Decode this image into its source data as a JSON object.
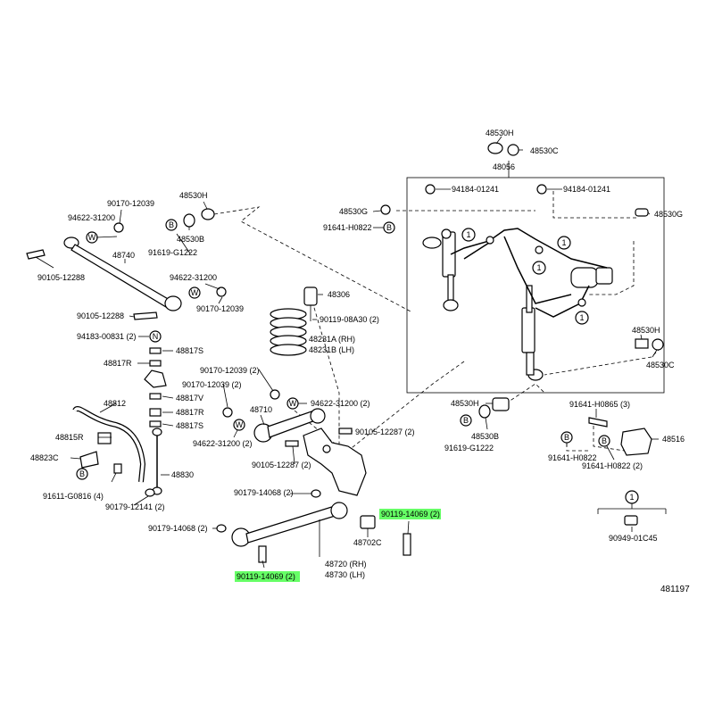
{
  "highlight_color": "#66ff66",
  "diagram": {
    "id": "481197",
    "labels": {
      "p48530H_top": "48530H",
      "p48530C_top": "48530C",
      "p48056": "48056",
      "p94184_l": "94184-01241",
      "p94184_r": "94184-01241",
      "p48530G_l": "48530G",
      "p48530G_r": "48530G",
      "p91641_top": "91641-H0822",
      "p90170_a": "90170-12039",
      "p48530H_l": "48530H",
      "p94622_a": "94622-31200",
      "p48530B_l": "48530B",
      "p91619_a": "91619-G1222",
      "p48740": "48740",
      "p90105_a": "90105-12288",
      "p94622_b": "94622-31200",
      "p90170_b": "90170-12039",
      "p90105_b": "90105-12288",
      "p48306": "48306",
      "p90119_08A30": "90119-08A30 (2)",
      "p94183": "94183-00831 (2)",
      "p48231A": "48231A (RH)",
      "p48231B": "48231B (LH)",
      "p48817S_a": "48817S",
      "p48817R_a": "48817R",
      "p90170_c": "90170-12039 (2)",
      "p90170_d": "90170-12039 (2)",
      "p94622_c": "94622-31200 (2)",
      "p48817V": "48817V",
      "p48812": "48812",
      "p48817R_b": "48817R",
      "p48710": "48710",
      "p48817S_b": "48817S",
      "p90105_c": "90105-12287 (2)",
      "p48815R": "48815R",
      "p94622_d": "94622-31200 (2)",
      "p48823C": "48823C",
      "p90105_d": "90105-12287 (2)",
      "p48830": "48830",
      "p91611": "91611-G0816 (4)",
      "p90179_a": "90179-12141 (2)",
      "p90179_b": "90179-14068 (2)",
      "p90179_c": "90179-14068 (2)",
      "p90119_hl_r": "90119-14069 (2)",
      "p48702C": "48702C",
      "p90119_hl_l": "90119-14069 (2)",
      "p48720": "48720 (RH)",
      "p48730": "48730 (LH)",
      "p48530H_r": "48530H",
      "p48530C_r": "48530C",
      "p48530H_m": "48530H",
      "p48530B_m": "48530B",
      "p91619_b": "91619-G1222",
      "p91641_h0865": "91641-H0865 (3)",
      "p91641_h0822_a": "91641-H0822",
      "p91641_h0822_b": "91641-H0822 (2)",
      "p48516": "48516",
      "p90949": "90949-01C45",
      "callout_1": "1",
      "legend_1": "1"
    }
  }
}
